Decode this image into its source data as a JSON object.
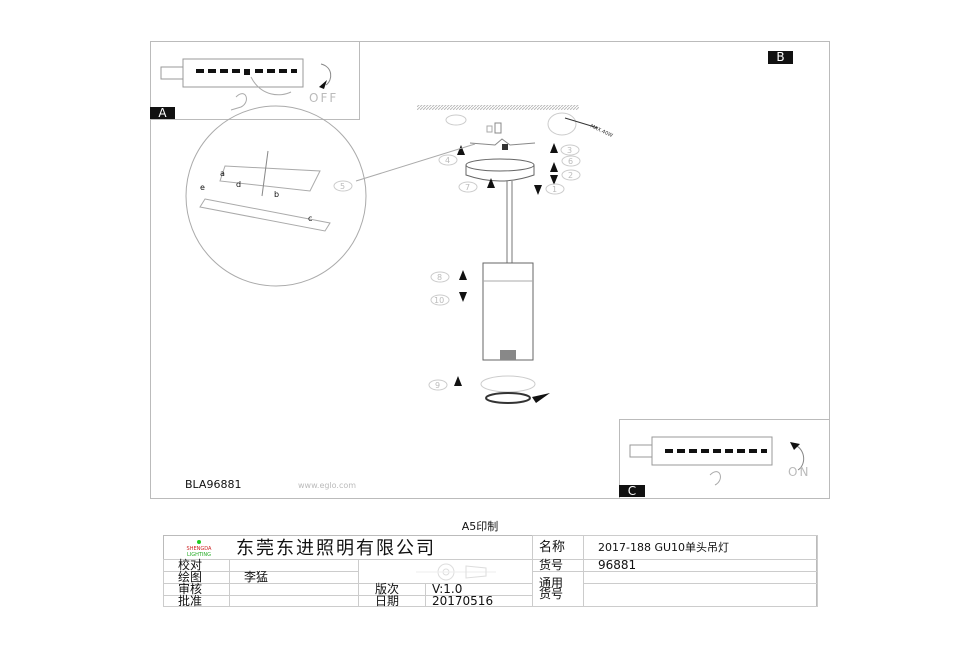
{
  "drawing": {
    "panel_a": {
      "label": "A",
      "switch_text": "OFF"
    },
    "panel_b": {
      "label": "B"
    },
    "panel_c": {
      "label": "C",
      "switch_text": "ON"
    },
    "detail_letters": [
      "a",
      "b",
      "c",
      "d",
      "e"
    ],
    "step_numbers": [
      "1",
      "2",
      "3",
      "4",
      "5",
      "6",
      "7",
      "8",
      "9",
      "10"
    ],
    "max_label": "MAX.40W",
    "model": "BLA96881",
    "website": "www.eglo.com"
  },
  "print_note": "A5印制",
  "title_block": {
    "logo_text": [
      "SHENGDA",
      "LIGHTING"
    ],
    "company": "东莞东进照明有限公司",
    "name_label": "名称",
    "name_value": "2017-188 GU10单头吊灯",
    "proofread_label": "校对",
    "drawing_label": "绘图",
    "drawing_value": "李猛",
    "review_label": "审核",
    "approve_label": "批准",
    "item_no_label": "货号",
    "item_no_value": "96881",
    "general_item_label_1": "通用",
    "general_item_label_2": "货号",
    "version_label": "版次",
    "version_value": "V:1.0",
    "date_label": "日期",
    "date_value": "20170516"
  }
}
